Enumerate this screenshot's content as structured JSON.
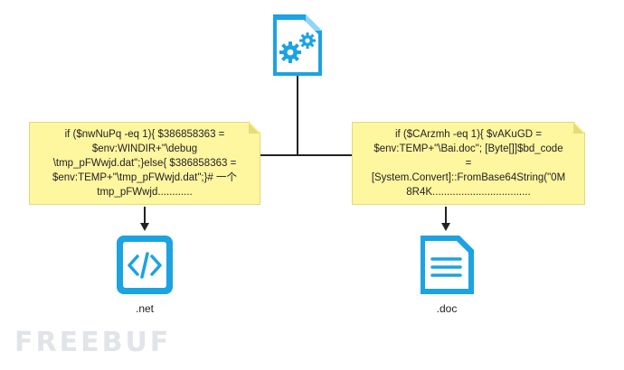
{
  "nodes": {
    "root": {
      "icon": "config-file-gear-icon"
    },
    "left": {
      "icon": "code-file-icon",
      "label": ".net"
    },
    "right": {
      "icon": "document-lines-icon",
      "label": ".doc"
    }
  },
  "notes": {
    "left": "if ($nwNuPq -eq 1){  $386858363 =\n$env:WINDIR+\"\\debug\n\\tmp_pFWwjd.dat\";}else{ $386858363 =\n$env:TEMP+\"\\tmp_pFWwjd.dat\";}# 一个\ntmp_pFWwjd............",
    "right": "if ($CArzmh -eq 1){ $vAKuGD =\n$env:TEMP+\"\\Bai.doc\"; [Byte[]]$bd_code\n=\n[System.Convert]::FromBase64String(\"0M\n8R4K.................................."
  },
  "watermark": "FREEBUF",
  "colors": {
    "icon_blue": "#1ba3e2",
    "note_fill": "#fff6a0",
    "connector": "#222222"
  }
}
